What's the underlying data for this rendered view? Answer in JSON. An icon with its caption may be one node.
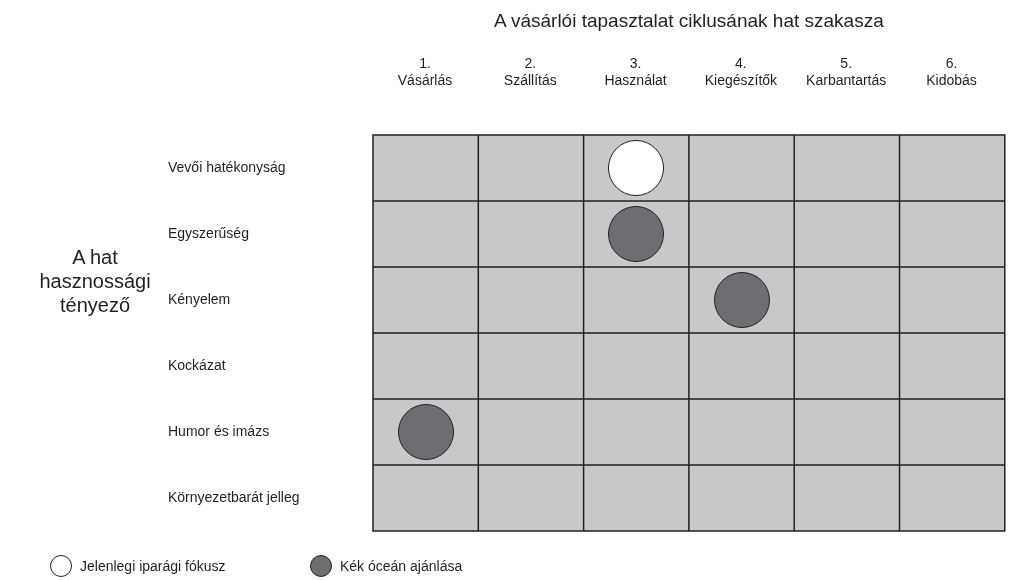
{
  "diagram": {
    "title": "A vásárlói tapasztalat ciklusának hat szakasza",
    "nodes": [
      {
        "text": [],
        "shape": "circle"
      },
      {
        "text": [],
        "shape": "circle"
      },
      {
        "text": [],
        "shape": "circle"
      },
      {
        "text": [],
        "shape": "circle"
      }
    ],
    "labels": [
      "1. Vásárlás",
      "2. Szállítás",
      "3. Használat",
      "4. Kiegészítők",
      "5. Karbantartás",
      "6. Kidobás",
      "Vevői hatékonyság",
      "Egyszerűség",
      "Kényelem",
      "Kockázat",
      "Humor és imázs",
      "Környezetbarát jelleg",
      "A hat hasznossági tényező"
    ],
    "legend": [
      {
        "text": "Jelenlegi iparági fókusz",
        "color": "#ffffff"
      },
      {
        "text": "Kék óceán ajánlása",
        "color": "#6d6e71"
      }
    ]
  }
}
